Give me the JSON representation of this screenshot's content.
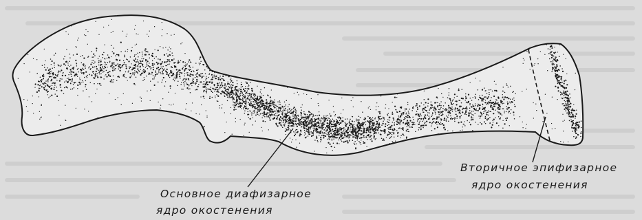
{
  "labels": {
    "main_ossification": [
      "Основное диафизарное",
      "ядро окостенения"
    ],
    "secondary_ossification": [
      "Вторичное эпифизарное",
      "ядро окостенения"
    ]
  },
  "colors": {
    "page_background": "#dcdcdc",
    "bone_fill": "#ececec",
    "ink": "#1a1a1a"
  }
}
